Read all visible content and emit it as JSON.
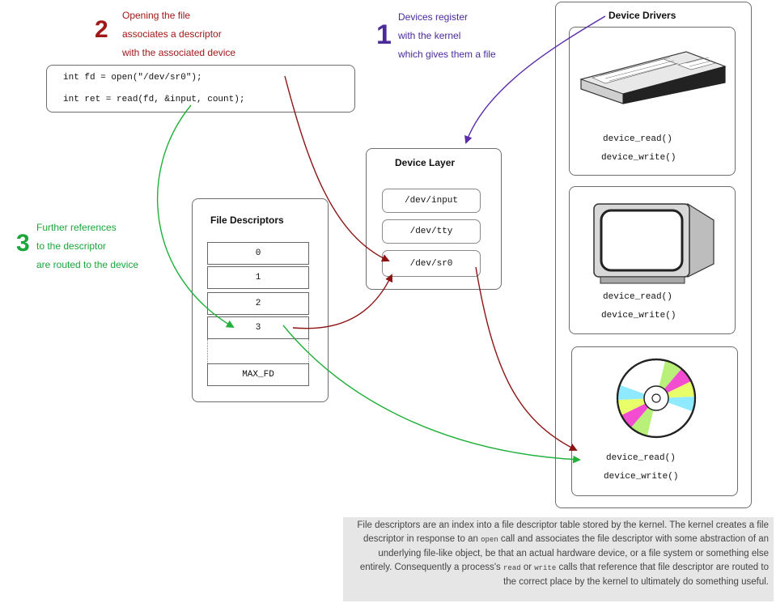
{
  "steps": [
    {
      "number": "1",
      "lines": [
        "Devices register",
        "with the kernel",
        "which gives them a file"
      ],
      "color": "#4b2a9a"
    },
    {
      "number": "2",
      "lines": [
        "Opening the file",
        "associates a descriptor",
        "with the associated device"
      ],
      "color": "#a01818"
    },
    {
      "number": "3",
      "lines": [
        "Further references",
        "to the descriptor",
        "are routed to the device"
      ],
      "color": "#1aa63a"
    }
  ],
  "code": {
    "line1": "int fd = open(\"/dev/sr0\");",
    "line2": "int ret = read(fd, &input, count);"
  },
  "file_descriptors": {
    "title": "File Descriptors",
    "cells": [
      "0",
      "1",
      "2",
      "3"
    ],
    "last": "MAX_FD"
  },
  "device_layer": {
    "title": "Device Layer",
    "entries": [
      "/dev/input",
      "/dev/tty",
      "/dev/sr0"
    ]
  },
  "device_drivers": {
    "title": "Device Drivers",
    "drivers": [
      {
        "device": "keyboard-icon",
        "read": "device_read()",
        "write": "device_write()"
      },
      {
        "device": "monitor-icon",
        "read": "device_read()",
        "write": "device_write()"
      },
      {
        "device": "cd-disc-icon",
        "read": "device_read()",
        "write": "device_write()"
      }
    ]
  },
  "caption": {
    "part1": "File descriptors are an index into a file descriptor table stored by the kernel. The kernel creates a file descriptor in response to an ",
    "code1": "open",
    "part2": " call and associates the file descriptor with some abstraction of an underlying file-like object, be that an actual hardware device, or a file system or something else entirely. Consequently a process's ",
    "code2": "read",
    "part3": " or ",
    "code3": "write",
    "part4": " calls that reference that file descriptor are routed to the correct place by the kernel to ultimately do something useful."
  },
  "colors": {
    "purple_arrow": "#5a2aa8",
    "red_arrow": "#8c1414",
    "green_arrow": "#22b03c"
  }
}
